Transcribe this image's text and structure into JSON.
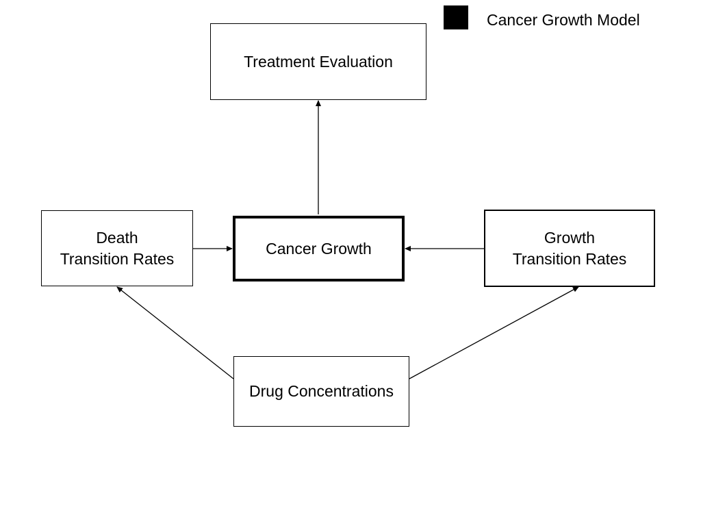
{
  "legend": {
    "label": "Cancer Growth Model",
    "swatch_color": "#000000"
  },
  "nodes": {
    "treatment_evaluation": {
      "lines": [
        "Treatment Evaluation"
      ]
    },
    "death_rates": {
      "lines": [
        "Death",
        "Transition Rates"
      ]
    },
    "cancer_growth": {
      "lines": [
        "Cancer Growth"
      ]
    },
    "growth_rates": {
      "lines": [
        "Growth",
        "Transition Rates"
      ]
    },
    "drug_concentrations": {
      "lines": [
        "Drug Concentrations"
      ]
    }
  },
  "edges": [
    {
      "from": "cancer_growth",
      "to": "treatment_evaluation"
    },
    {
      "from": "death_rates",
      "to": "cancer_growth"
    },
    {
      "from": "growth_rates",
      "to": "cancer_growth"
    },
    {
      "from": "drug_concentrations",
      "to": "death_rates"
    },
    {
      "from": "drug_concentrations",
      "to": "growth_rates"
    }
  ]
}
